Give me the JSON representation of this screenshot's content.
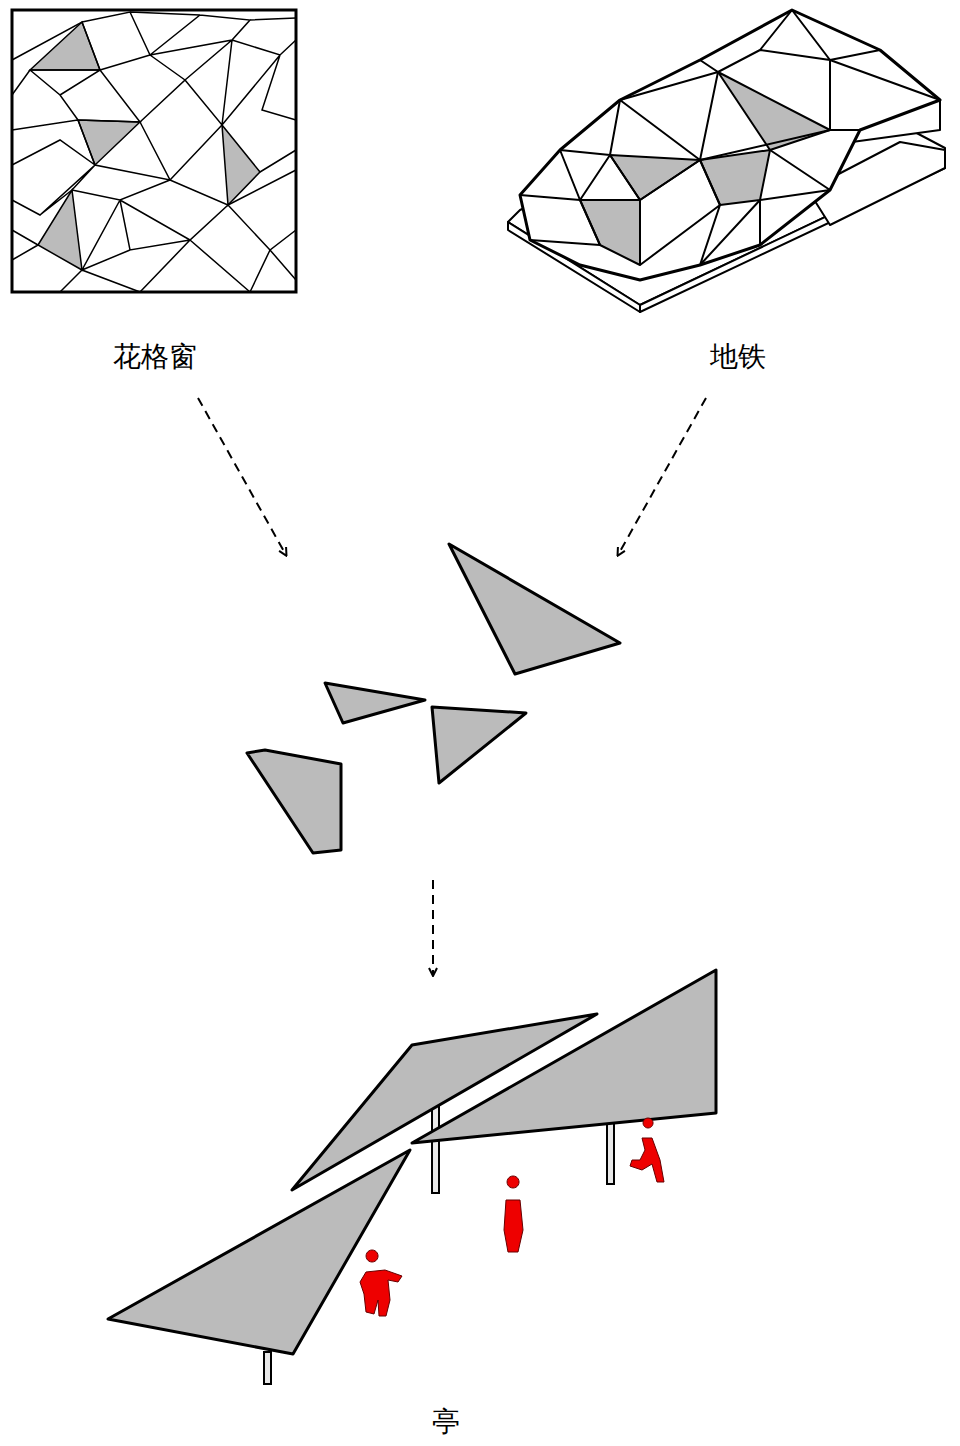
{
  "diagram": {
    "labels": [
      "花格窗",
      "地铁",
      "亭"
    ]
  }
}
